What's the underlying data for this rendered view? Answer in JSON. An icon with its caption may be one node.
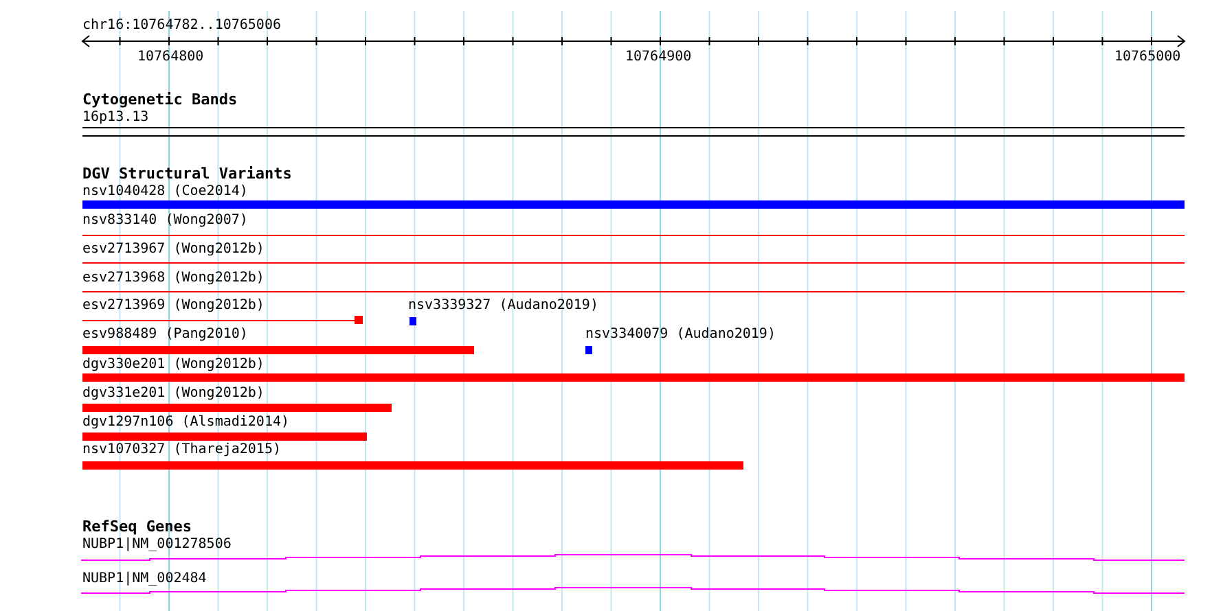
{
  "diagram": {
    "nodes": [
      {
        "text": [
          "16p13.13"
        ]
      },
      {
        "text": [
          "nsv1040428 (Coe2014)"
        ]
      },
      {
        "text": [
          "nsv833140 (Wong2007)"
        ]
      },
      {
        "text": [
          "esv2713967 (Wong2012b)"
        ]
      },
      {
        "text": [
          "esv2713968 (Wong2012b)"
        ]
      },
      {
        "text": [
          "esv2713969 (Wong2012b)"
        ]
      },
      {
        "text": [
          "nsv3339327 (Audano2019)"
        ]
      },
      {
        "text": [
          "esv988489 (Pang2010)"
        ]
      },
      {
        "text": [
          "nsv3340079 (Audano2019)"
        ]
      },
      {
        "text": [
          "dgv330e201 (Wong2012b)"
        ]
      },
      {
        "text": [
          "dgv331e201 (Wong2012b)"
        ]
      },
      {
        "text": [
          "dgv1297n106 (Alsmadi2014)"
        ]
      },
      {
        "text": [
          "nsv1070327 (Thareja2015)"
        ]
      },
      {
        "text": [
          "NUBP1|NM_001278506"
        ]
      },
      {
        "text": [
          "NUBP1|NM_002484"
        ]
      }
    ],
    "edges": [],
    "labels": [
      "chr16:10764782..10765006",
      "10764800",
      "10764900",
      "10765000",
      "Cytogenetic Bands",
      "DGV Structural Variants",
      "RefSeq Genes"
    ]
  }
}
